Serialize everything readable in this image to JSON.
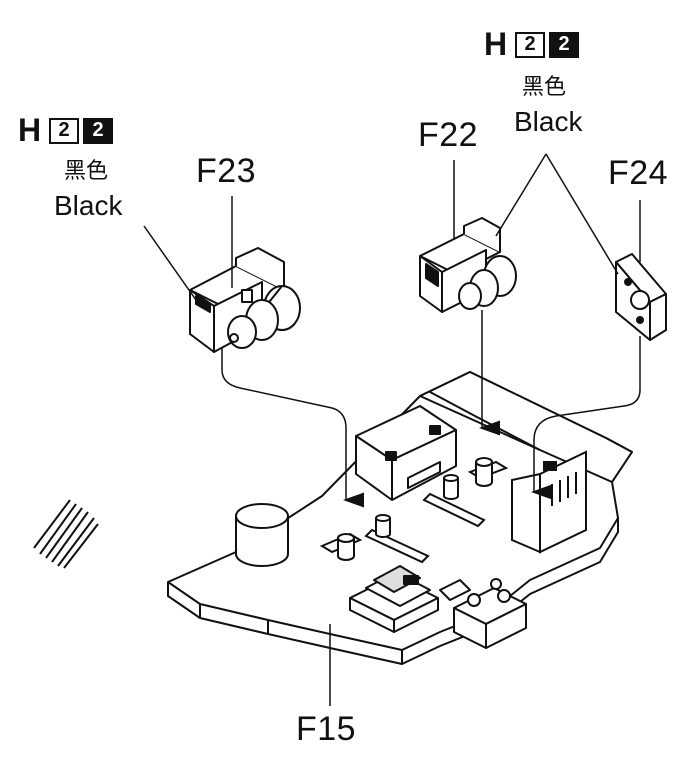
{
  "parts": {
    "f23": "F23",
    "f22": "F22",
    "f24": "F24",
    "f15": "F15"
  },
  "paint_left": {
    "letter": "H",
    "code1": "2",
    "code2": "2",
    "cn": "黑色",
    "en": "Black"
  },
  "paint_right": {
    "letter": "H",
    "code1": "2",
    "code2": "2",
    "cn": "黑色",
    "en": "Black"
  },
  "colors": {
    "ink": "#111111",
    "paper": "#ffffff",
    "shade": "#d9d9d9"
  }
}
